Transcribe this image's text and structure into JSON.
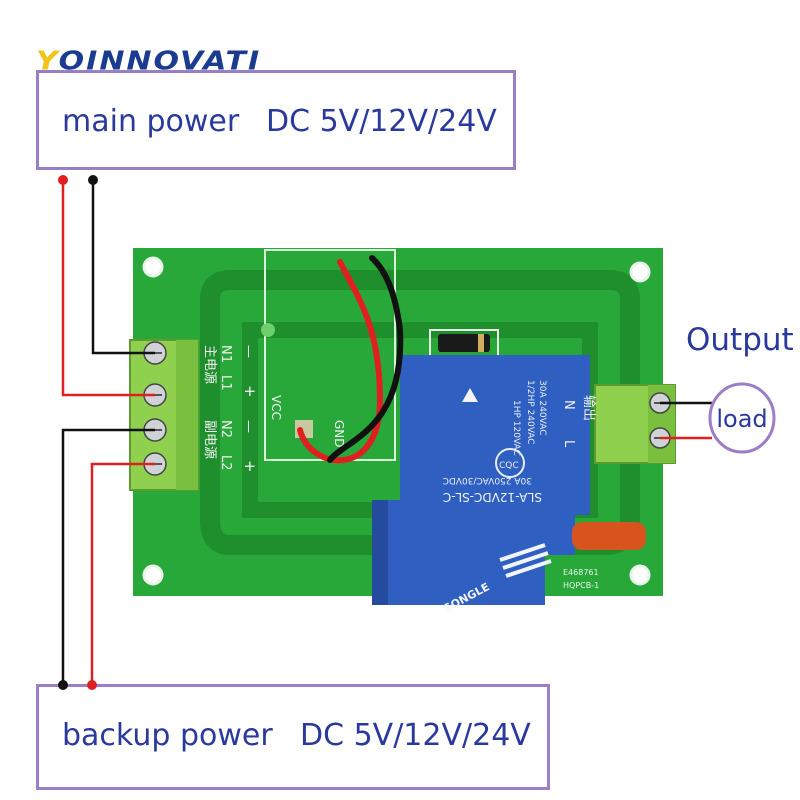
{
  "brand": {
    "first_letter": "Y",
    "rest": "OINNOVATI"
  },
  "main_power": {
    "label": "main power",
    "spec": "DC 5V/12V/24V"
  },
  "backup_power": {
    "label": "backup power",
    "spec": "DC 5V/12V/24V"
  },
  "output": {
    "label": "Output",
    "load": "load"
  },
  "terminals_left": {
    "n1": "N1",
    "l1": "L1",
    "n2": "N2",
    "l2": "L2",
    "main_cn": "主电源",
    "backup_cn": "副电源",
    "minus": "—",
    "plus": "+"
  },
  "terminals_right": {
    "n": "N",
    "l": "L",
    "cn": "输出"
  },
  "board": {
    "vcc": "VCC",
    "gnd": "GND",
    "pcb_code": "HQPCB-1",
    "fid": "E468761"
  },
  "relay": {
    "brand": "SONGLE",
    "model": "SLA-12VDC-SL-C",
    "line1": "30A 250VAC/30VDC",
    "line2": "1HP 120VAC",
    "line3": "1/2HP 240VAC",
    "line4": "30A 240VAC",
    "cert": "CQC"
  },
  "colors": {
    "pcb": "#27a838",
    "pcb_trace": "#1f8f2e",
    "relay": "#2f5fc0",
    "terminal": "#8fd14f",
    "box_border": "#9b7ec8",
    "text": "#2a3a9c",
    "wire_red": "#e02020",
    "wire_black": "#111111"
  }
}
